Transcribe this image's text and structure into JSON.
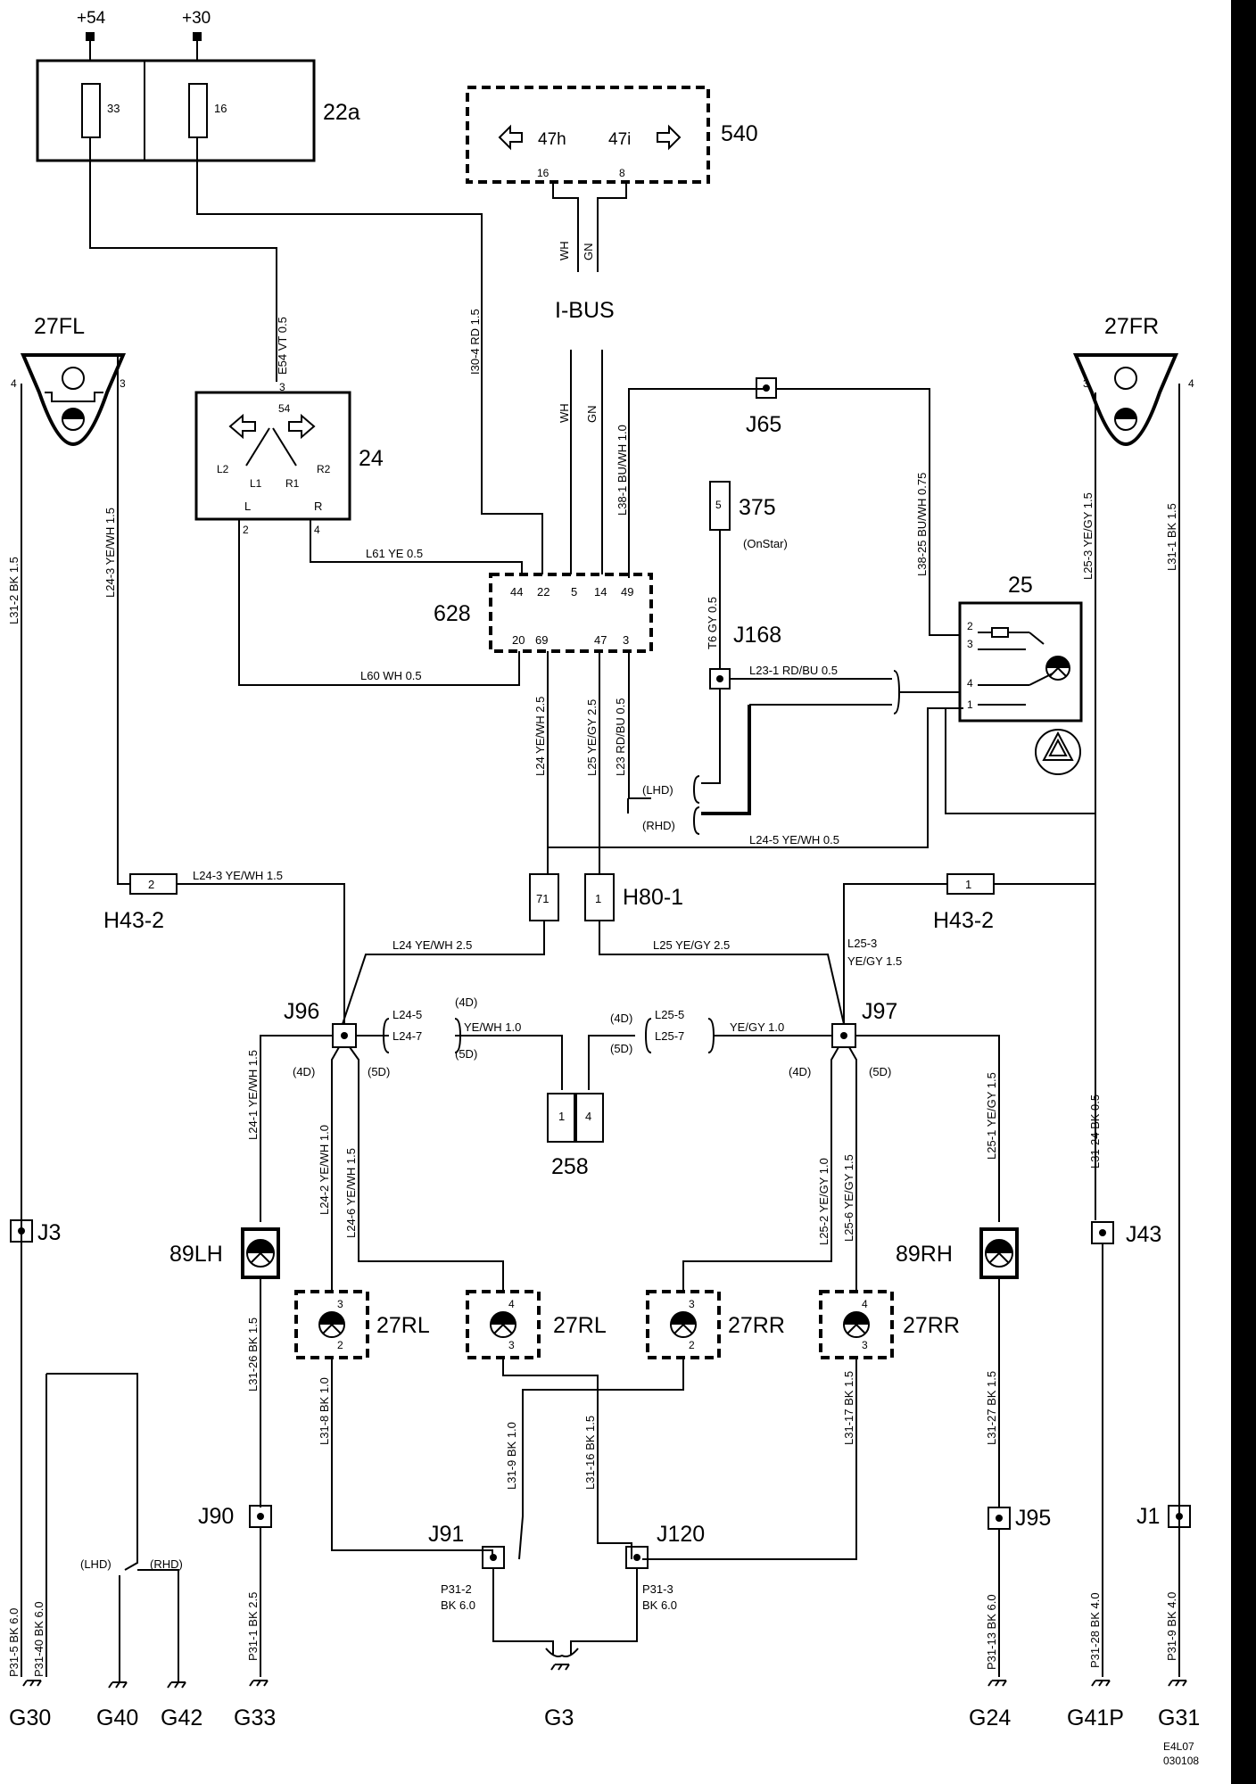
{
  "supplies": {
    "s54": "+54",
    "s30": "+30"
  },
  "fusebox": {
    "id": "22a",
    "f1": "33",
    "f2": "16"
  },
  "ctrl540": {
    "id": "540",
    "l": "47h",
    "r": "47i",
    "p1": "16",
    "p2": "8"
  },
  "ibus": {
    "label": "I-BUS",
    "wh": "WH",
    "gn": "GN"
  },
  "relay24": {
    "id": "24",
    "p54": "54",
    "L2": "L2",
    "L1": "L1",
    "R1": "R1",
    "R2": "R2",
    "L": "L",
    "R": "R",
    "p3": "3",
    "p2": "2",
    "p4": "4"
  },
  "ecu628": {
    "id": "628",
    "top": [
      "44",
      "22",
      "5",
      "14",
      "49"
    ],
    "bot": [
      "20",
      "69",
      "47",
      "3"
    ]
  },
  "sw25": {
    "id": "25",
    "pins": [
      "2",
      "3",
      "4",
      "1"
    ]
  },
  "j375": {
    "id": "375",
    "sub": "(OnStar)",
    "pin": "5"
  },
  "conn": {
    "J65": "J65",
    "J168": "J168",
    "J96": "J96",
    "J97": "J97",
    "J3": "J3",
    "J43": "J43",
    "J90": "J90",
    "J91": "J91",
    "J120": "J120",
    "J95": "J95",
    "J1": "J1",
    "H43L": "H43-2",
    "H43R": "H43-2",
    "H80": "H80-1",
    "c258": "258",
    "h43lp": "2",
    "h43rp": "1",
    "h80p1": "71",
    "h80p2": "1",
    "c258p1": "1",
    "c258p2": "4"
  },
  "lamps": {
    "fl": "27FL",
    "fr": "27FR",
    "rl": "27RL",
    "rr": "27RR",
    "lh": "89LH",
    "rh": "89RH",
    "fl3": "3",
    "fl4": "4",
    "fr3": "3",
    "fr4": "4",
    "rl1a": "3",
    "rl1b": "2",
    "rl2a": "4",
    "rl2b": "3",
    "rr1a": "3",
    "rr1b": "2",
    "rr2a": "4",
    "rr2b": "3"
  },
  "grounds": [
    "G30",
    "G40",
    "G42",
    "G33",
    "G3",
    "G24",
    "G41P",
    "G31"
  ],
  "wires": {
    "e54": "E54 VT 0.5",
    "i304": "I30-4 RD 1.5",
    "wh_v": "WH",
    "gn_v": "GN",
    "l381": "L38-1 BU/WH 1.0",
    "l3825": "L38-25 BU/WH 0.75",
    "l61": "L61 YE 0.5",
    "l60": "L60 WH 0.5",
    "t6": "T6 GY 0.5",
    "l231": "L23-1 RD/BU 0.5",
    "l24v": "L24 YE/WH 2.5",
    "l25v": "L25 YE/GY 2.5",
    "l23v": "L23 RD/BU 0.5",
    "lhd": "(LHD)",
    "rhd": "(RHD)",
    "l245": "L24-5 YE/WH 0.5",
    "l243h": "L24-3 YE/WH 1.5",
    "l243v": "L24-3 YE/WH 1.5",
    "l312": "L31-2 BK 1.5",
    "l253": "L25-3 YE/GY 1.5",
    "l311": "L31-1 BK 1.5",
    "l253b": "L25-3",
    "l253c": "YE/GY 1.5",
    "l24h": "L24 YE/WH 2.5",
    "l25h": "L25 YE/GY 2.5",
    "l245b": "L24-5",
    "l247": "L24-7",
    "d4": "(4D)",
    "d5": "(5D)",
    "yewh10": "YE/WH 1.0",
    "l255": "L25-5",
    "l257": "L25-7",
    "yegy10": "YE/GY 1.0",
    "l241": "L24-1 YE/WH 1.5",
    "l242": "L24-2 YE/WH 1.0",
    "l246": "L24-6 YE/WH 1.5",
    "l252": "L25-2 YE/GY 1.0",
    "l256": "L25-6 YE/GY 1.5",
    "l251": "L25-1 YE/GY 1.5",
    "l3124": "L31-24 BK 0.5",
    "l3126": "L31-26 BK 1.5",
    "l318": "L31-8 BK 1.0",
    "l319": "L31-9 BK 1.0",
    "l3116": "L31-16 BK 1.5",
    "l3117": "L31-17 BK 1.5",
    "l3127": "L31-27 BK 1.5",
    "p311": "P31-1 BK 2.5",
    "p315": "P31-5 BK 6.0",
    "p3140": "P31-40 BK 6.0",
    "p3113": "P31-13 BK 6.0",
    "p3128": "P31-28 BK 4.0",
    "p319": "P31-9 BK 4.0",
    "p312a": "P31-2",
    "p312b": "BK 6.0",
    "p313a": "P31-3",
    "p313b": "BK 6.0",
    "glhd": "(LHD)",
    "grhd": "(RHD)"
  },
  "code": [
    "E4L07",
    "030108"
  ]
}
